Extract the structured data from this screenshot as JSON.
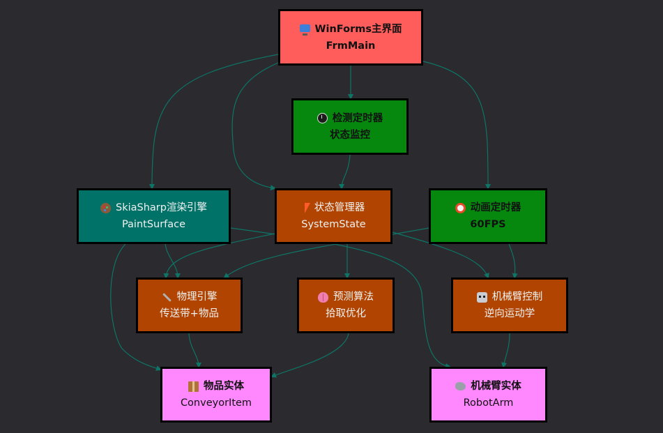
{
  "colors": {
    "background": "#2a2a2f",
    "edge": "#0e7566",
    "main_node": "#ff5c5c",
    "timer_node": "#06880f",
    "render_node": "#007268",
    "state_node": "#b04400",
    "algorithm_node": "#b04400",
    "entity_node": "#ff88ff"
  },
  "nodes": {
    "main": {
      "icon": "monitor-icon",
      "label": "WinForms主界面",
      "sub": "FrmMain"
    },
    "detect_timer": {
      "icon": "stopwatch-icon",
      "label": "检测定时器",
      "sub": "状态监控"
    },
    "render": {
      "icon": "palette-icon",
      "label": "SkiaSharp渲染引擎",
      "sub": "PaintSurface"
    },
    "state": {
      "icon": "lightning-icon",
      "label": "状态管理器",
      "sub": "SystemState"
    },
    "anim_timer": {
      "icon": "alarm-clock-icon",
      "label": "动画定时器",
      "sub": "60FPS"
    },
    "physics": {
      "icon": "wrench-icon",
      "label": "物理引擎",
      "sub": "传送带+物品"
    },
    "predict": {
      "icon": "brain-icon",
      "label": "预测算法",
      "sub": "拾取优化"
    },
    "arm_control": {
      "icon": "robot-icon",
      "label": "机械臂控制",
      "sub": "逆向运动学"
    },
    "item_entity": {
      "icon": "package-icon",
      "label": "物品实体",
      "sub": "ConveyorItem"
    },
    "arm_entity": {
      "icon": "mechanical-arm-icon",
      "label": "机械臂实体",
      "sub": "RobotArm"
    }
  },
  "edges": [
    [
      "main",
      "detect_timer"
    ],
    [
      "main",
      "render"
    ],
    [
      "main",
      "state"
    ],
    [
      "main",
      "anim_timer"
    ],
    [
      "detect_timer",
      "state"
    ],
    [
      "render",
      "physics"
    ],
    [
      "render",
      "item_entity"
    ],
    [
      "render",
      "arm_entity"
    ],
    [
      "state",
      "physics"
    ],
    [
      "state",
      "predict"
    ],
    [
      "state",
      "arm_control"
    ],
    [
      "anim_timer",
      "physics"
    ],
    [
      "anim_timer",
      "arm_control"
    ],
    [
      "physics",
      "item_entity"
    ],
    [
      "predict",
      "item_entity"
    ],
    [
      "arm_control",
      "arm_entity"
    ]
  ]
}
